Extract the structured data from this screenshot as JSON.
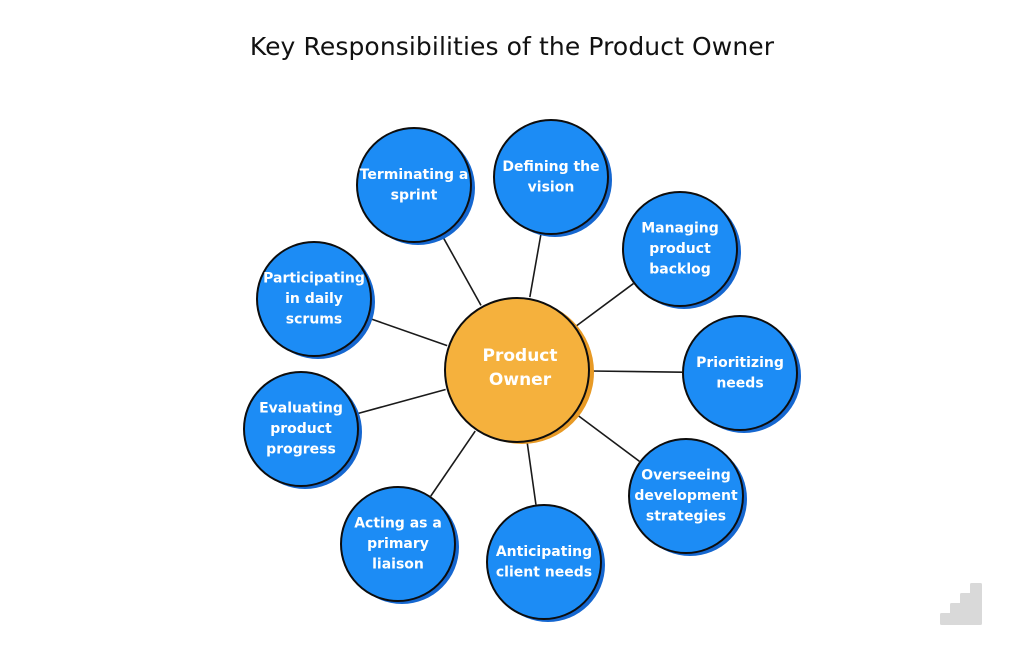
{
  "title": "Key Responsibilities of the Product Owner",
  "center": {
    "lines": [
      "Product",
      "Owner"
    ],
    "fill": "#f5b13d"
  },
  "nodes": [
    {
      "id": "terminating-a-sprint",
      "lines": [
        "Terminating a",
        "sprint"
      ]
    },
    {
      "id": "defining-the-vision",
      "lines": [
        "Defining the",
        "vision"
      ]
    },
    {
      "id": "managing-product-backlog",
      "lines": [
        "Managing",
        "product",
        "backlog"
      ]
    },
    {
      "id": "prioritizing-needs",
      "lines": [
        "Prioritizing",
        "needs"
      ]
    },
    {
      "id": "overseeing-development-strategies",
      "lines": [
        "Overseeing",
        "development",
        "strategies"
      ]
    },
    {
      "id": "anticipating-client-needs",
      "lines": [
        "Anticipating",
        "client needs"
      ]
    },
    {
      "id": "acting-as-a-primary-liaison",
      "lines": [
        "Acting as a",
        "primary",
        "liaison"
      ]
    },
    {
      "id": "evaluating-product-progress",
      "lines": [
        "Evaluating",
        "product",
        "progress"
      ]
    },
    {
      "id": "participating-in-daily-scrums",
      "lines": [
        "Participating",
        "in daily",
        "scrums"
      ]
    }
  ],
  "colors": {
    "node_fill": "#1c8cf5",
    "node_shadow": "#1567d0",
    "outline": "#0d0d0d",
    "line": "#1a1a1a",
    "logo": "#d9d9d9"
  },
  "logo_icon": "stair-bars-logo"
}
